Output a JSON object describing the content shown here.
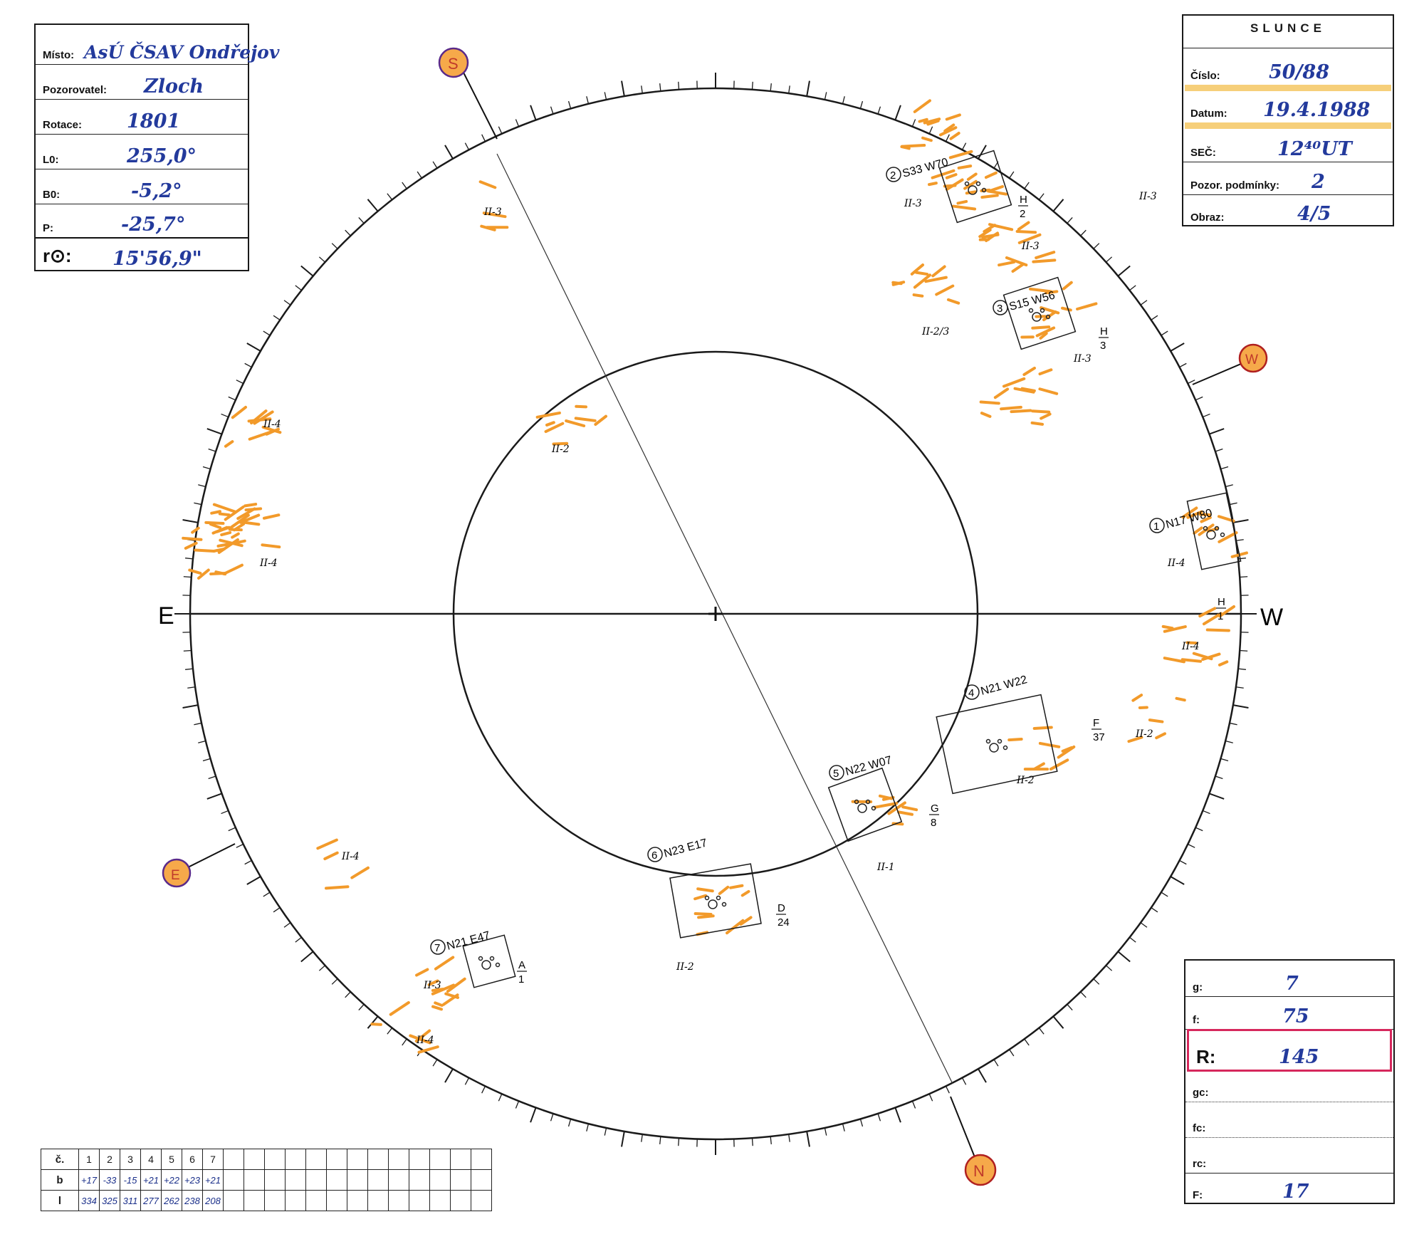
{
  "info_box": {
    "misto_label": "Místo:",
    "misto_value": "AsÚ ČSAV Ondřejov",
    "pozorovatel_label": "Pozorovatel:",
    "pozorovatel_value": "Zloch",
    "rotace_label": "Rotace:",
    "rotace_value": "1801",
    "l0_label": "L0:",
    "l0_value": "255,0°",
    "b0_label": "B0:",
    "b0_value": "-5,2°",
    "p_label": "P:",
    "p_value": "-25,7°",
    "r0_label": "r⊙:",
    "r0_value": "15'56,9\""
  },
  "slunce_box": {
    "title": "SLUNCE",
    "cislo_label": "Číslo:",
    "cislo_value": "50/88",
    "datum_label": "Datum:",
    "datum_value": "19.4.1988",
    "sec_label": "SEČ:",
    "sec_value": "12⁴⁰UT",
    "podminky_label": "Pozor. podmínky:",
    "podminky_value": "2",
    "obraz_label": "Obraz:",
    "obraz_value": "4/5"
  },
  "stats_box": {
    "g_label": "g:",
    "g_value": "7",
    "f_label": "f:",
    "f_value": "75",
    "r_label": "R:",
    "r_value": "145",
    "gc_label": "gc:",
    "fc_label": "fc:",
    "rc_label": "rc:",
    "F_label": "F:",
    "F_value": "17"
  },
  "bottom_table": {
    "row_labels": [
      "č.",
      "b",
      "l"
    ],
    "numbers": [
      "1",
      "2",
      "3",
      "4",
      "5",
      "6",
      "7"
    ],
    "b": [
      "+17",
      "-33",
      "-15",
      "+21",
      "+22",
      "+23",
      "+21"
    ],
    "l": [
      "334",
      "325",
      "311",
      "277",
      "262",
      "238",
      "208"
    ]
  },
  "compass": {
    "E": "E",
    "W": "W",
    "S": "S",
    "N": "N"
  },
  "colors": {
    "ink": "#1a1a1a",
    "pen_blue": "#233a9c",
    "faculae": "#f29a2a",
    "marker_fill": "#f6a94a",
    "marker_ring": "#5a2a8a",
    "highlight": "#d6275c"
  },
  "regions": [
    {
      "id": "1",
      "coord": "N17 W80",
      "class": "H",
      "count": "1",
      "facula": "II-4"
    },
    {
      "id": "2",
      "coord": "S33 W70",
      "class": "H",
      "count": "2",
      "facula": "II-3"
    },
    {
      "id": "3",
      "coord": "S15 W56",
      "class": "H",
      "count": "3",
      "facula": "II-3"
    },
    {
      "id": "4",
      "coord": "N21 W22",
      "class": "F",
      "count": "37",
      "facula": "II-2"
    },
    {
      "id": "5",
      "coord": "N22 W07",
      "class": "G",
      "count": "8",
      "facula": "II-1"
    },
    {
      "id": "6",
      "coord": "N23 E17",
      "class": "D",
      "count": "24",
      "facula": "II-2"
    },
    {
      "id": "7",
      "coord": "N21 E47",
      "class": "A",
      "count": "1",
      "facula": "II-3"
    }
  ],
  "faculae_labels": [
    "II-3",
    "II-3",
    "II-2/3",
    "II-4",
    "II-4",
    "II-2",
    "II-4",
    "II-4",
    "II-2",
    "II-4",
    "II-3"
  ]
}
